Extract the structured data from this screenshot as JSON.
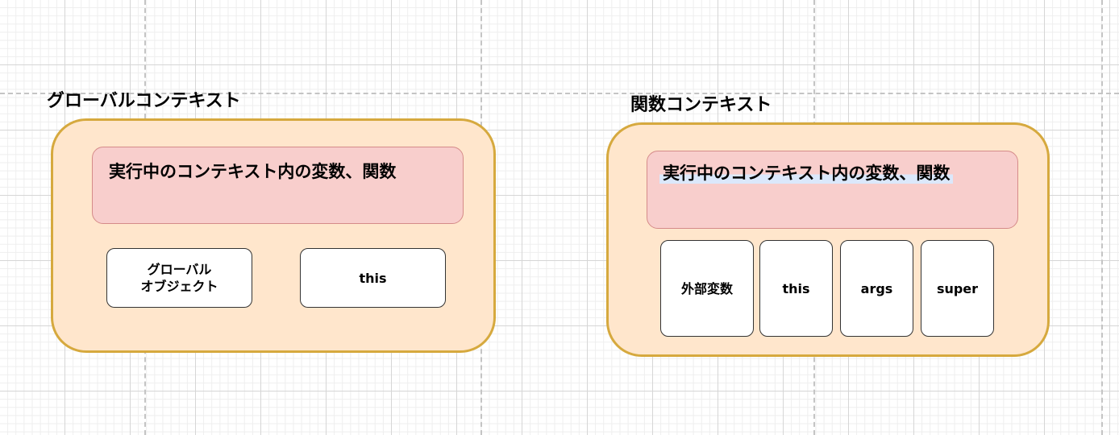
{
  "global_context": {
    "title": "グローバルコンテキスト",
    "vars_box": "実行中のコンテキスト内の変数、関数",
    "items": [
      "グローバル\nオブジェクト",
      "this"
    ]
  },
  "function_context": {
    "title": "関数コンテキスト",
    "vars_box": "実行中のコンテキスト内の変数、関数",
    "items": [
      "外部変数",
      "this",
      "args",
      "super"
    ]
  },
  "colors": {
    "container_fill": "#ffe6cc",
    "container_stroke": "#d6a93e",
    "vars_fill": "#f8cecc",
    "vars_stroke": "#d58b89",
    "item_fill": "#ffffff"
  }
}
